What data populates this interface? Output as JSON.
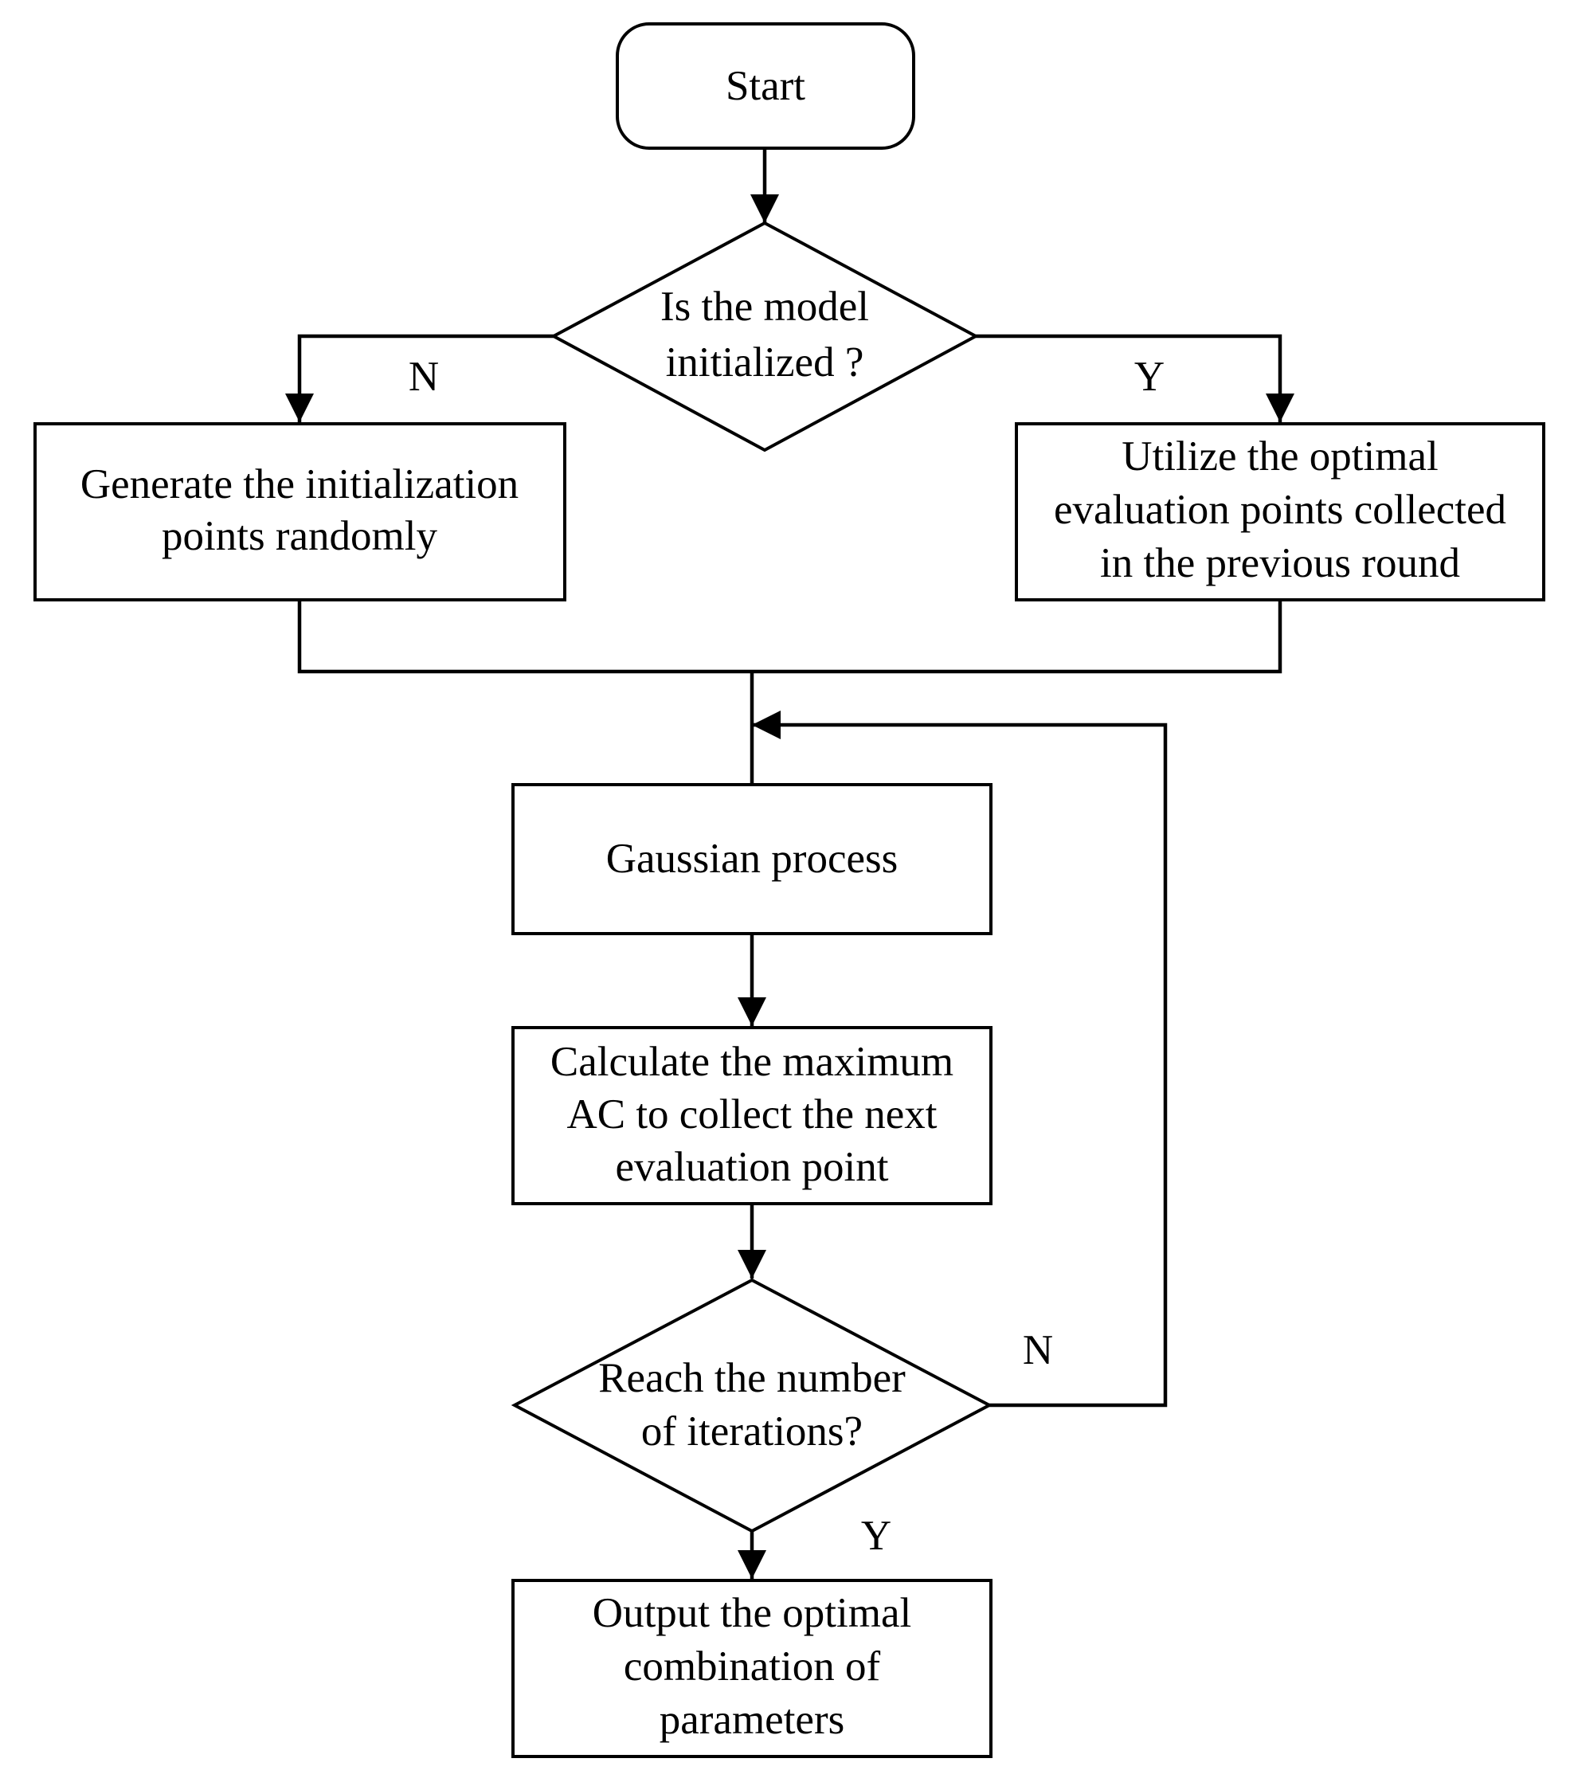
{
  "nodes": {
    "start": {
      "lines": [
        "Start"
      ]
    },
    "decision_initialized": {
      "lines": [
        "Is the model",
        "initialized ?"
      ]
    },
    "generate_random": {
      "lines": [
        "Generate the initialization",
        "points randomly"
      ]
    },
    "utilize_previous": {
      "lines": [
        "Utilize the optimal",
        "evaluation points collected",
        "in the previous round"
      ]
    },
    "gaussian_process": {
      "lines": [
        "Gaussian process"
      ]
    },
    "calculate_ac": {
      "lines": [
        "Calculate the maximum",
        "AC to collect the next",
        "evaluation point"
      ]
    },
    "decision_iterations": {
      "lines": [
        "Reach the number",
        "of iterations?"
      ]
    },
    "output": {
      "lines": [
        "Output the optimal",
        "combination of",
        "parameters"
      ]
    }
  },
  "labels": {
    "init_no": "N",
    "init_yes": "Y",
    "iter_no": "N",
    "iter_yes": "Y"
  },
  "colors": {
    "stroke": "#000000",
    "fill": "#ffffff",
    "text": "#000000"
  }
}
